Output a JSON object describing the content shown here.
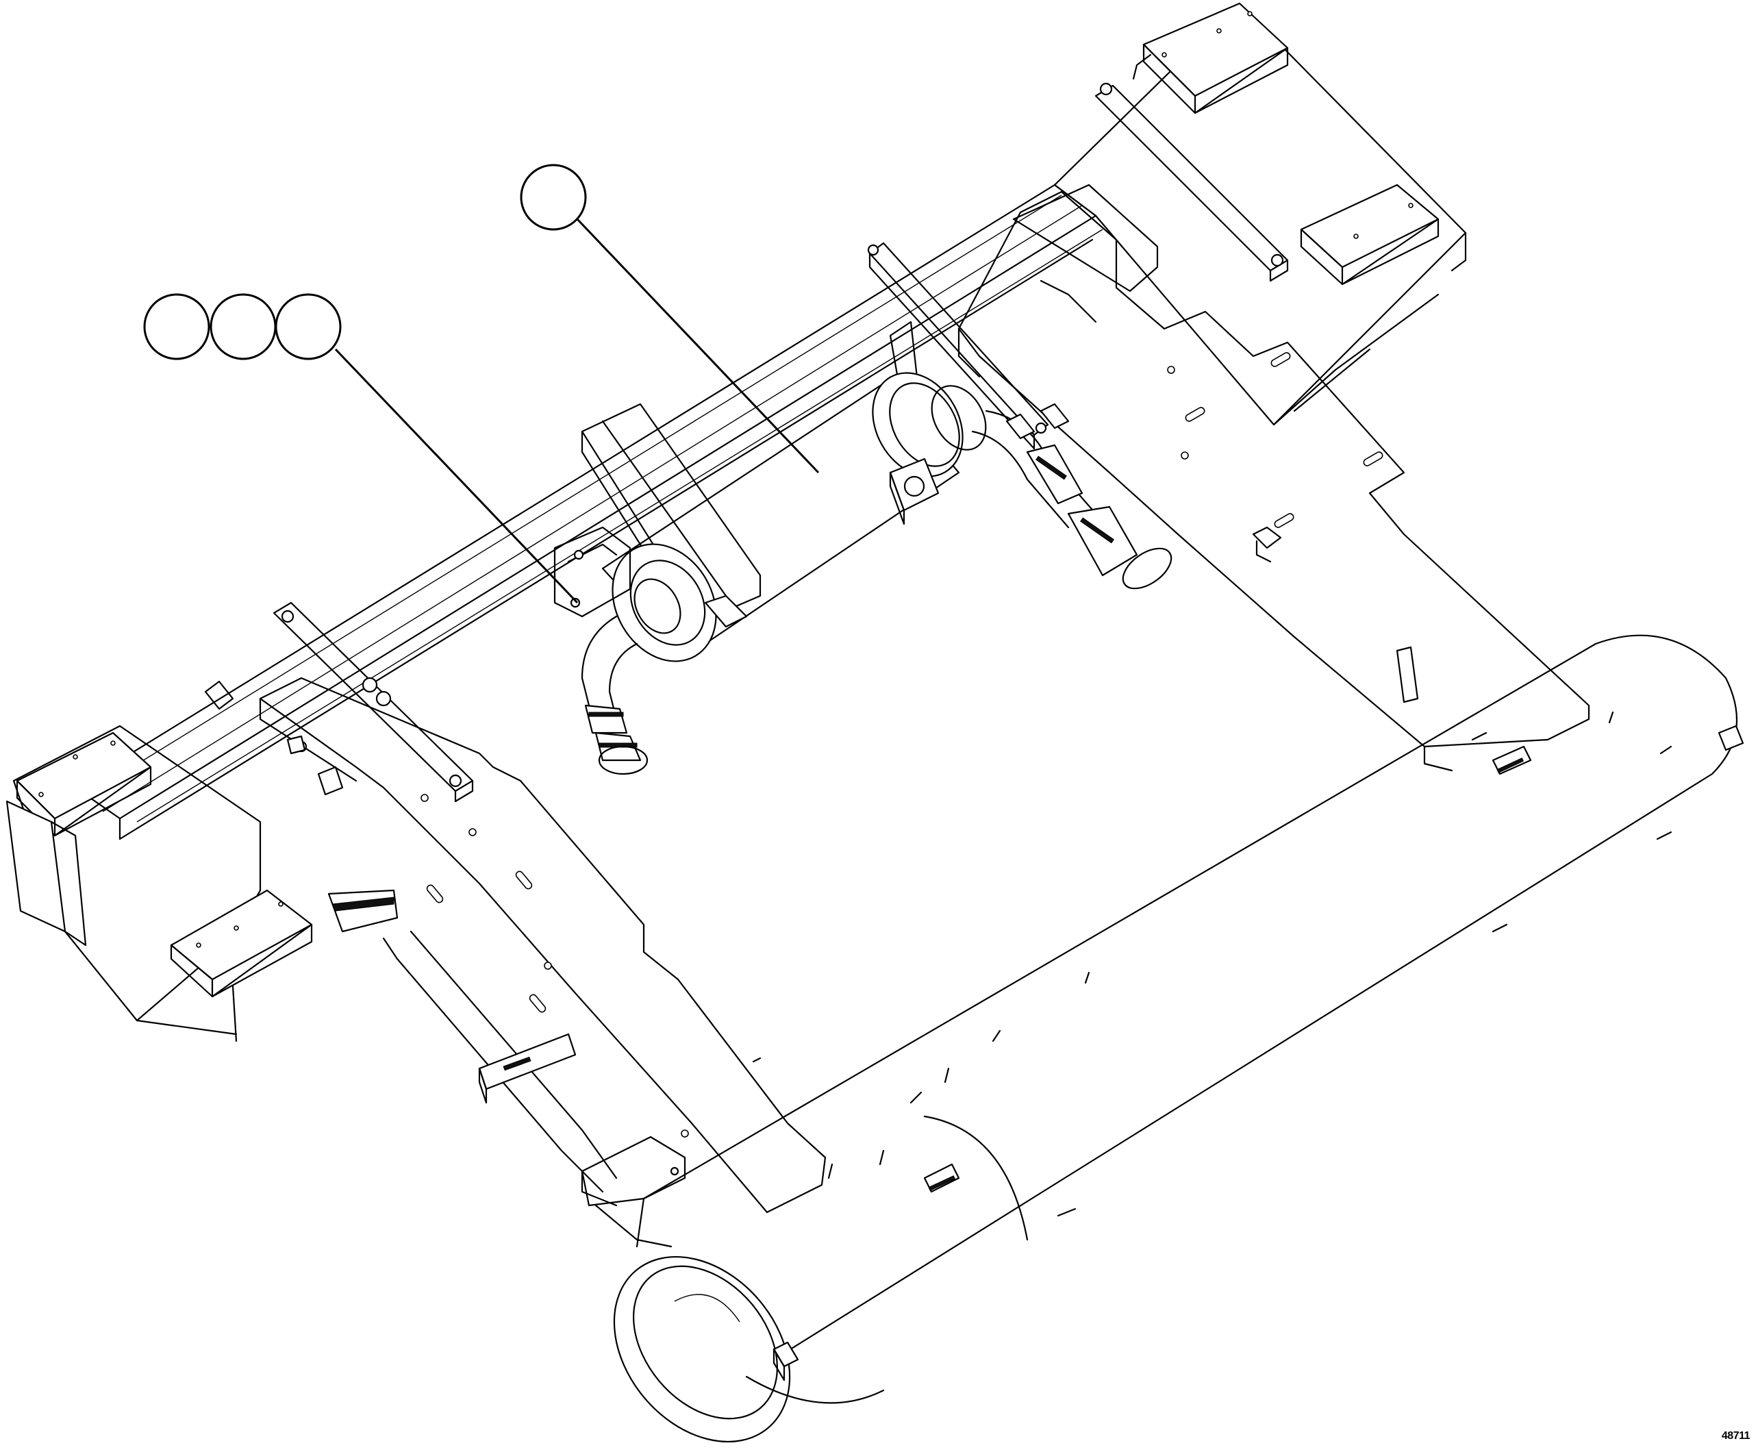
{
  "figure": {
    "number": "48711"
  },
  "callouts": [
    {
      "id": "callout-1",
      "label": ""
    },
    {
      "id": "callout-2",
      "label": ""
    },
    {
      "id": "callout-3",
      "label": ""
    },
    {
      "id": "callout-4",
      "label": ""
    }
  ],
  "colors": {
    "line": "#000000",
    "background": "#ffffff"
  }
}
